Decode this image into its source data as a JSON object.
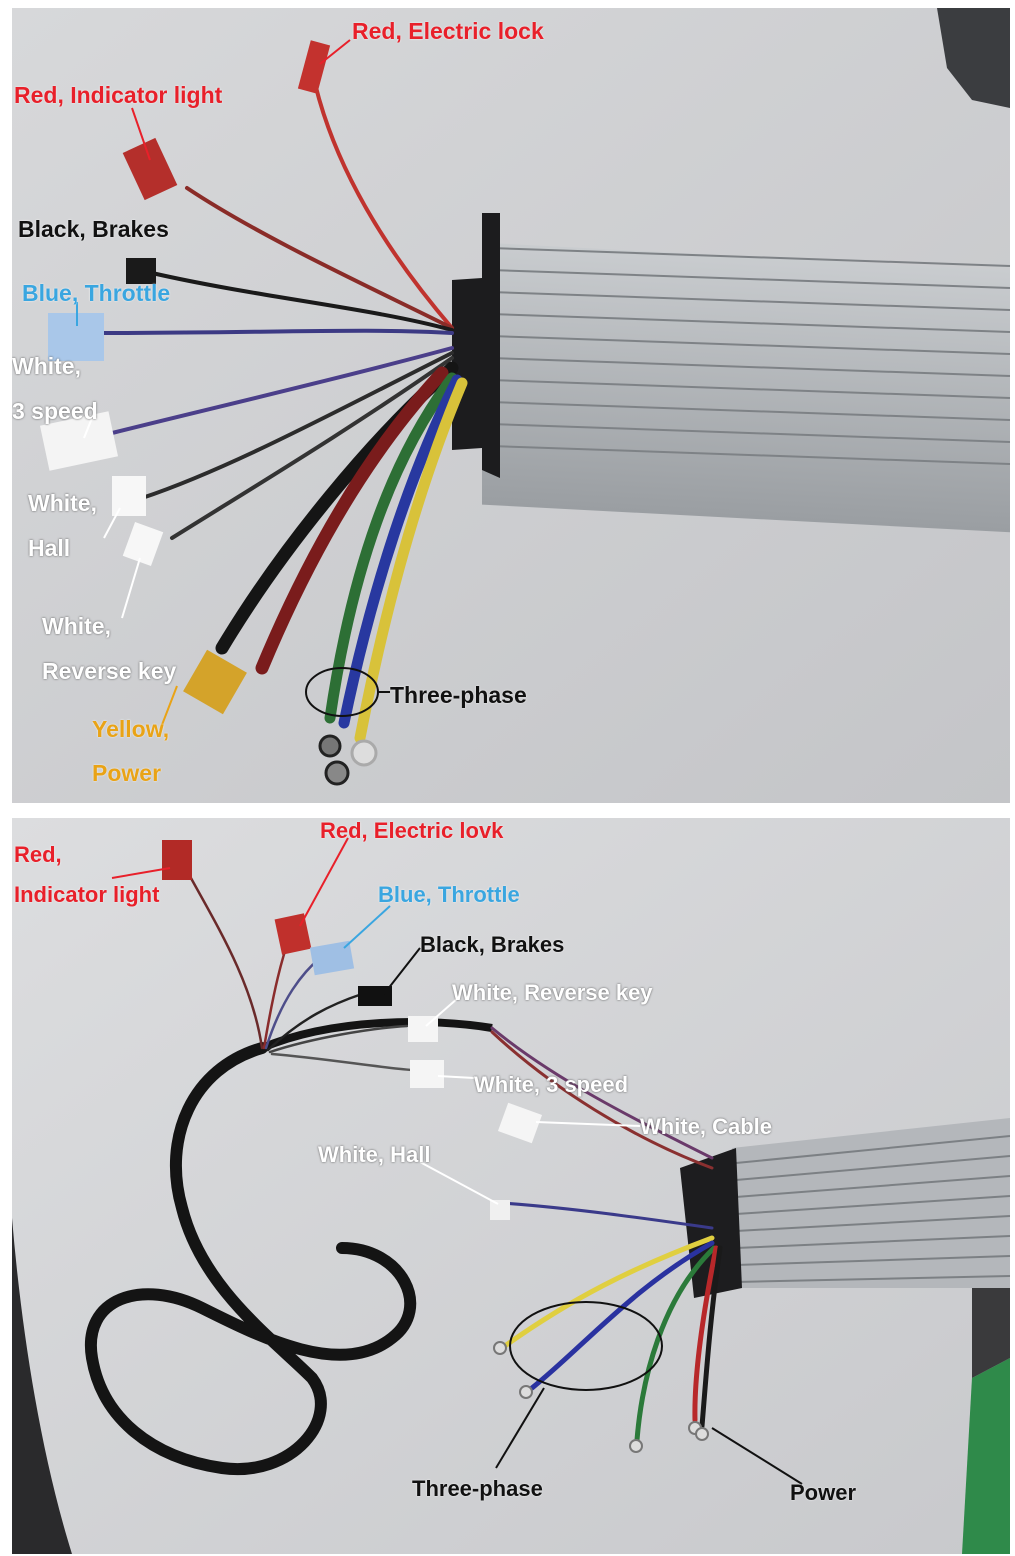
{
  "colors": {
    "red": "#e8202a",
    "black": "#111111",
    "blue": "#3aa6e0",
    "white": "#ffffff",
    "yellow": "#e9a316",
    "green": "#2e8b3c",
    "aluminum": "#b6b9bc",
    "background": "#cfd0d2"
  },
  "top_panel": {
    "labels": {
      "electric_lock": "Red, Electric lock",
      "indicator_light": "Red, Indicator light",
      "brakes": "Black, Brakes",
      "throttle": "Blue, Throttle",
      "three_speed_a": "White,",
      "three_speed_b": "3 speed",
      "hall_a": "White,",
      "hall_b": "Hall",
      "reverse_a": "White,",
      "reverse_b": "Reverse key",
      "power_a": "Yellow,",
      "power_b": "Power",
      "three_phase": "Three-phase"
    }
  },
  "bottom_panel": {
    "labels": {
      "indicator_a": "Red,",
      "indicator_b": "Indicator light",
      "electric_lock": "Red, Electric lovk",
      "throttle": "Blue, Throttle",
      "brakes": "Black, Brakes",
      "reverse": "White, Reverse key",
      "three_speed": "White, 3 speed",
      "cable": "White, Cable",
      "hall": "White, Hall",
      "three_phase": "Three-phase",
      "power": "Power"
    }
  }
}
